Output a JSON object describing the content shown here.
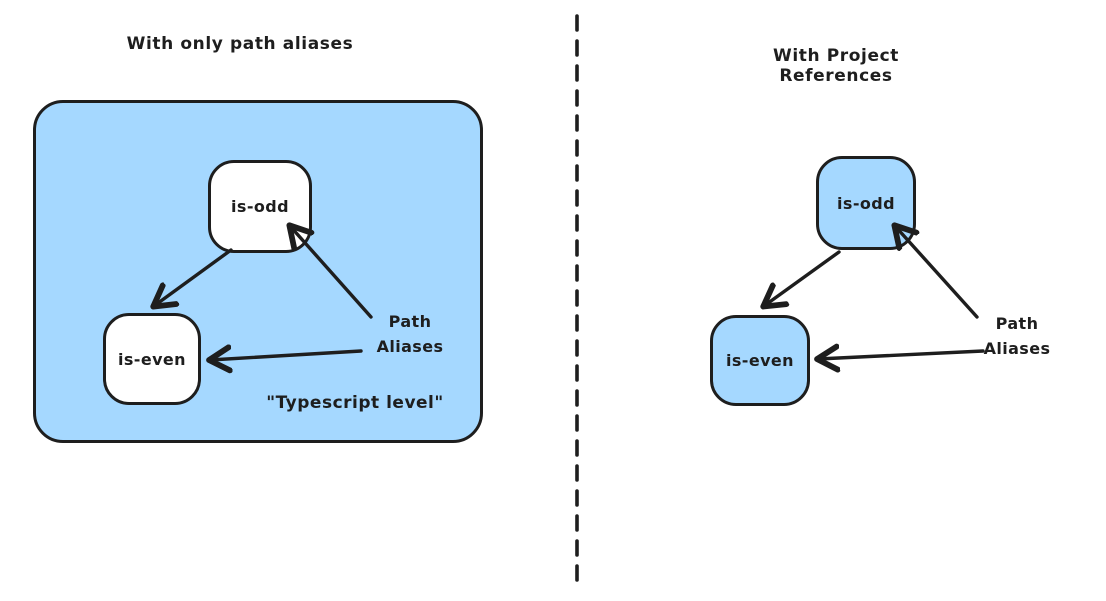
{
  "colors": {
    "blue_fill": "#a5d8ff",
    "stroke": "#1e1e1e",
    "white_fill": "#ffffff"
  },
  "left_panel": {
    "title": "With only path aliases",
    "container_caption": "\"Typescript level\"",
    "node_is_odd": "is-odd",
    "node_is_even": "is-even",
    "annotation_line1": "Path",
    "annotation_line2": "Aliases",
    "edges": [
      {
        "from": "is-odd",
        "to": "is-even"
      },
      {
        "from": "path-aliases-label",
        "to": "is-odd"
      },
      {
        "from": "path-aliases-label",
        "to": "is-even"
      }
    ]
  },
  "right_panel": {
    "title": "With Project References",
    "node_is_odd": "is-odd",
    "node_is_even": "is-even",
    "annotation_line1": "Path",
    "annotation_line2": "Aliases",
    "edges": [
      {
        "from": "is-odd",
        "to": "is-even"
      },
      {
        "from": "path-aliases-label",
        "to": "is-odd"
      },
      {
        "from": "path-aliases-label",
        "to": "is-even"
      }
    ]
  }
}
